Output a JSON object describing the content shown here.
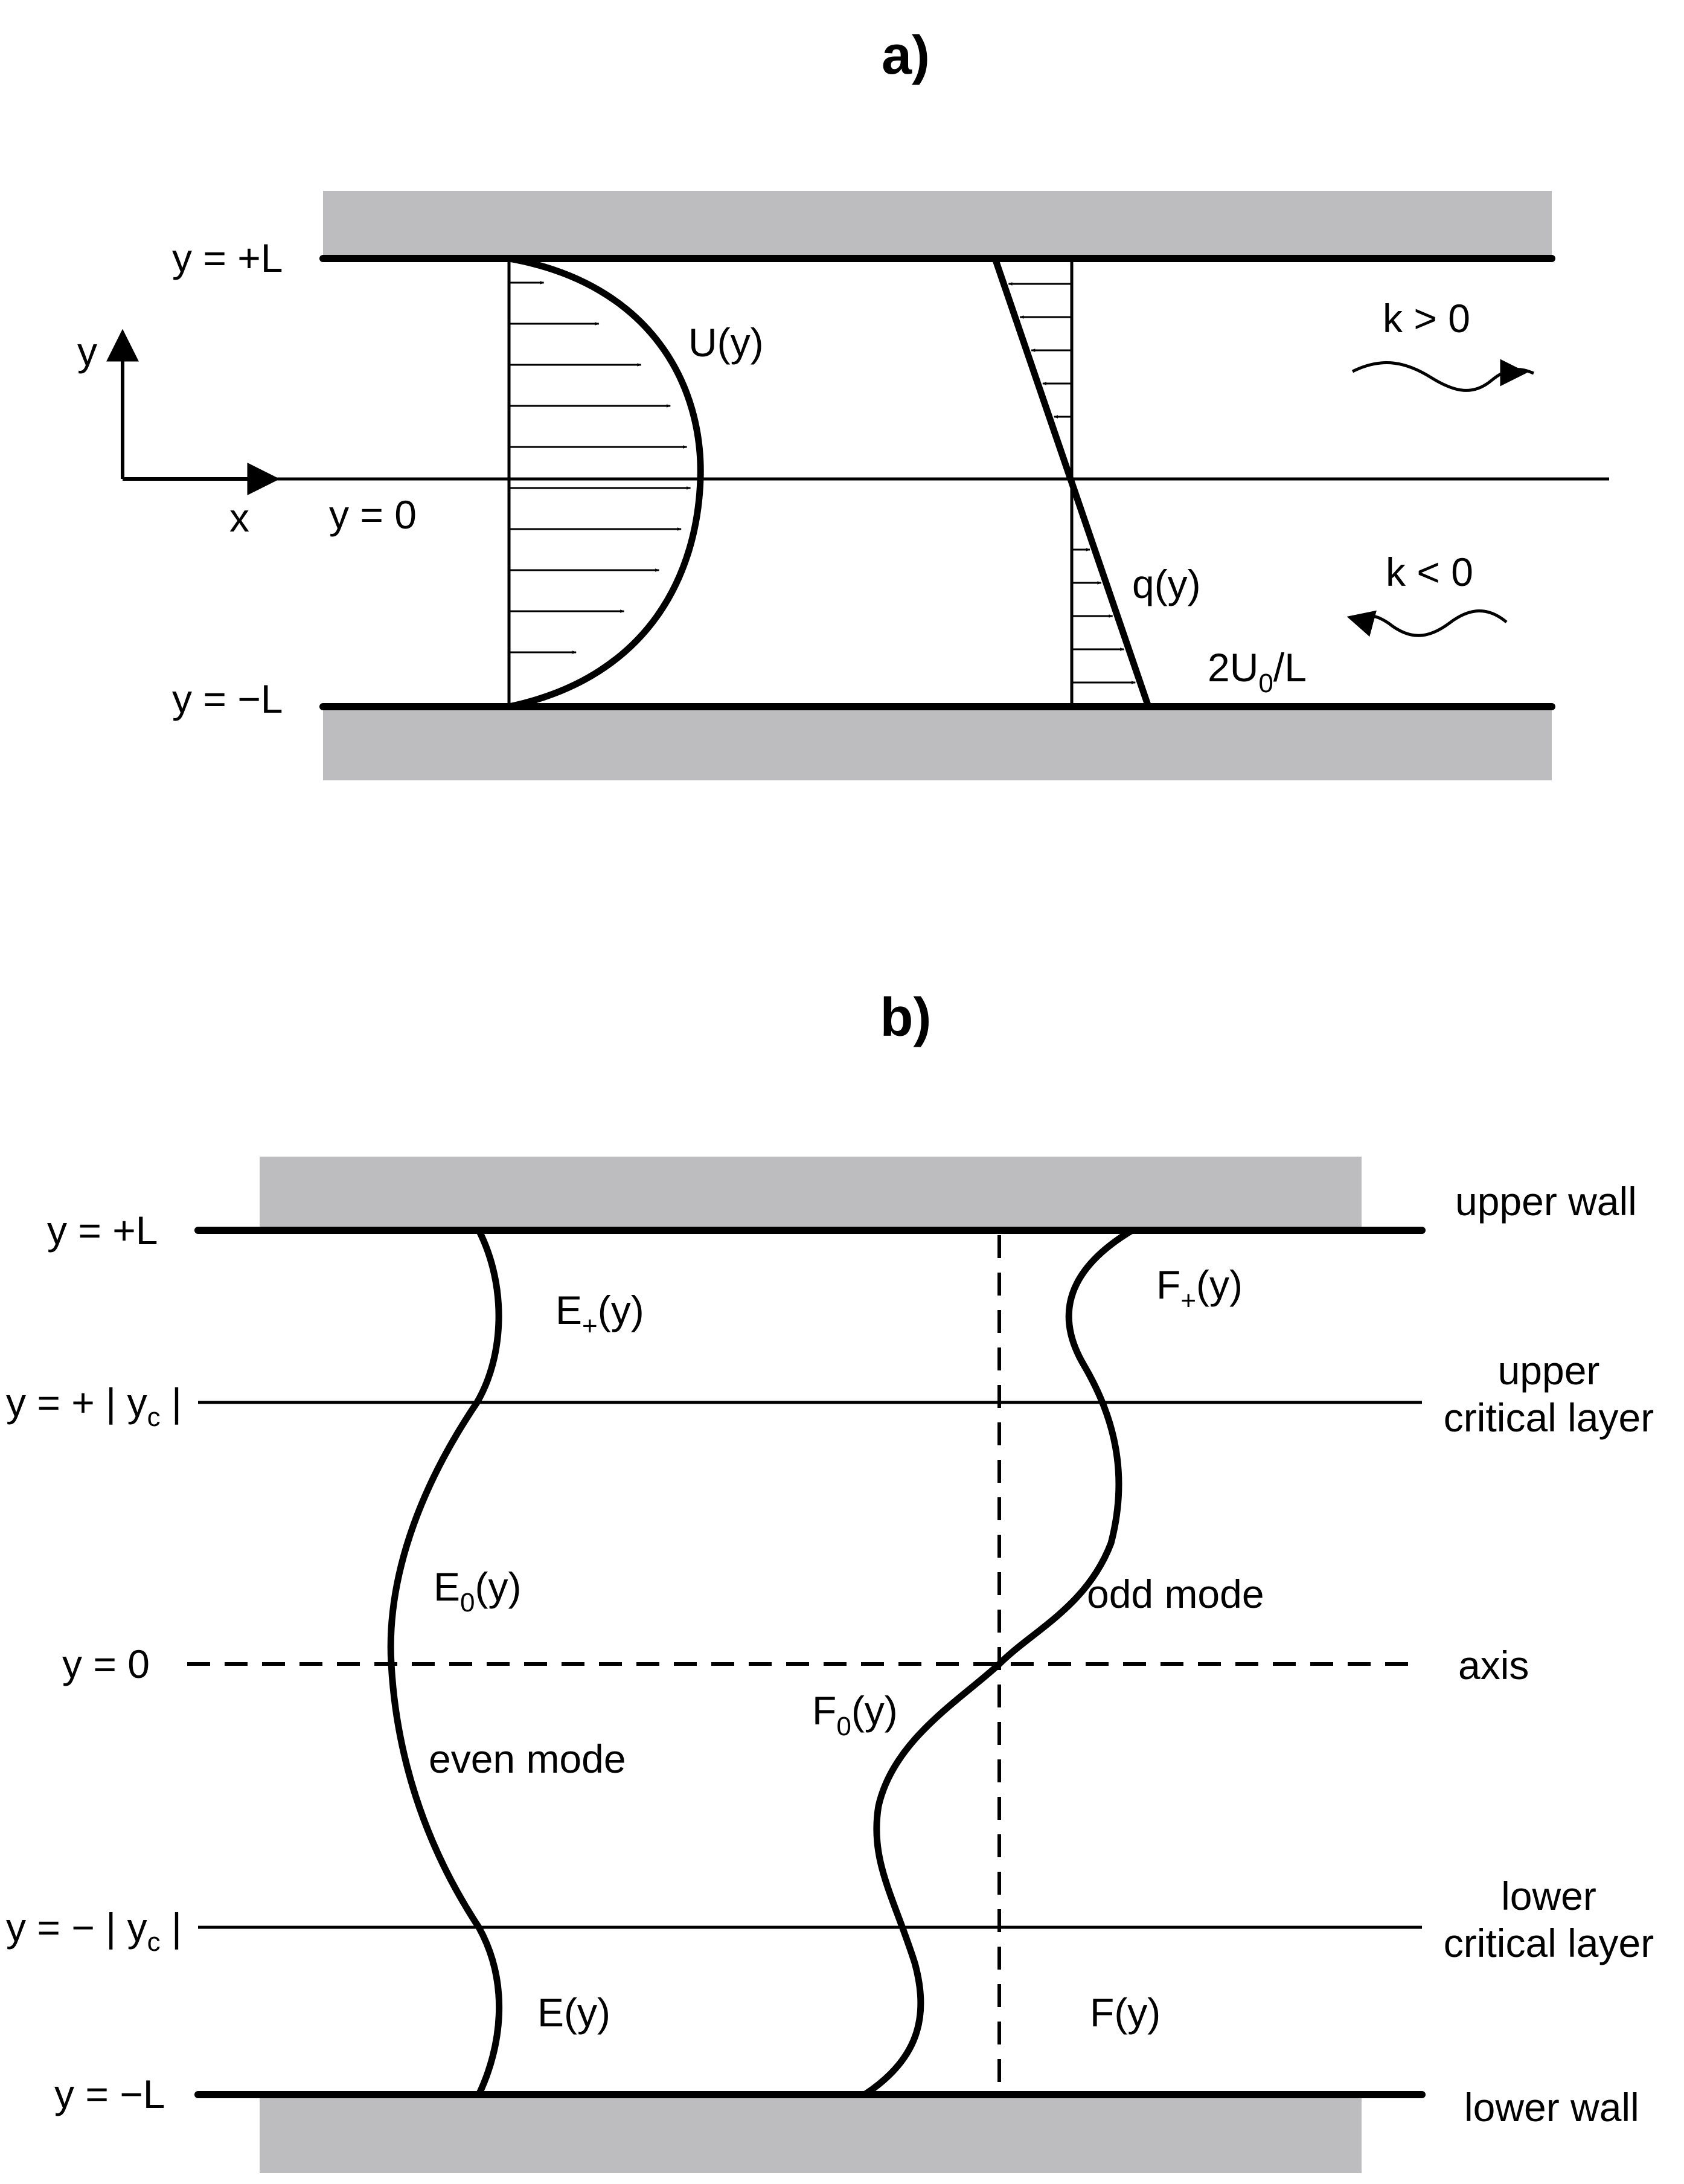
{
  "panel_a": {
    "title": "a)",
    "label_y_upper": "y = +L",
    "label_y_lower": "y = −L",
    "label_y_axis": "y",
    "label_x_axis": "x",
    "label_y_zero": "y = 0",
    "label_U": "U(y)",
    "label_q": "q(y)",
    "label_slope": "2U",
    "label_slope_sub": "0",
    "label_slope_tail": "/L",
    "label_k_pos": "k > 0",
    "label_k_neg": "k < 0"
  },
  "panel_b": {
    "title": "b)",
    "label_y_upper": "y = +L",
    "label_yc_upper": "y = +",
    "label_yc_lower": "y = −",
    "label_yc_sym": "y",
    "label_yc_sub": "c",
    "label_y_zero": "y = 0",
    "label_y_lower": "y = −L",
    "label_upper_wall": "upper wall",
    "label_upper_crit_1": "upper",
    "label_upper_crit_2": "critical layer",
    "label_axis": "axis",
    "label_lower_crit_1": "lower",
    "label_lower_crit_2": "critical layer",
    "label_lower_wall": "lower wall",
    "label_Eplus": "E",
    "label_Eplus_sub": "+",
    "label_Eplus_tail": "(y)",
    "label_E0": "E",
    "label_E0_sub": "0",
    "label_E0_tail": "(y)",
    "label_even": "even mode",
    "label_Eminus": "E(y)",
    "label_Fplus": "F",
    "label_Fplus_sub": "+",
    "label_Fplus_tail": "(y)",
    "label_odd": "odd mode",
    "label_F0": "F",
    "label_F0_sub": "0",
    "label_F0_tail": "(y)",
    "label_Fminus": "F(y)"
  }
}
